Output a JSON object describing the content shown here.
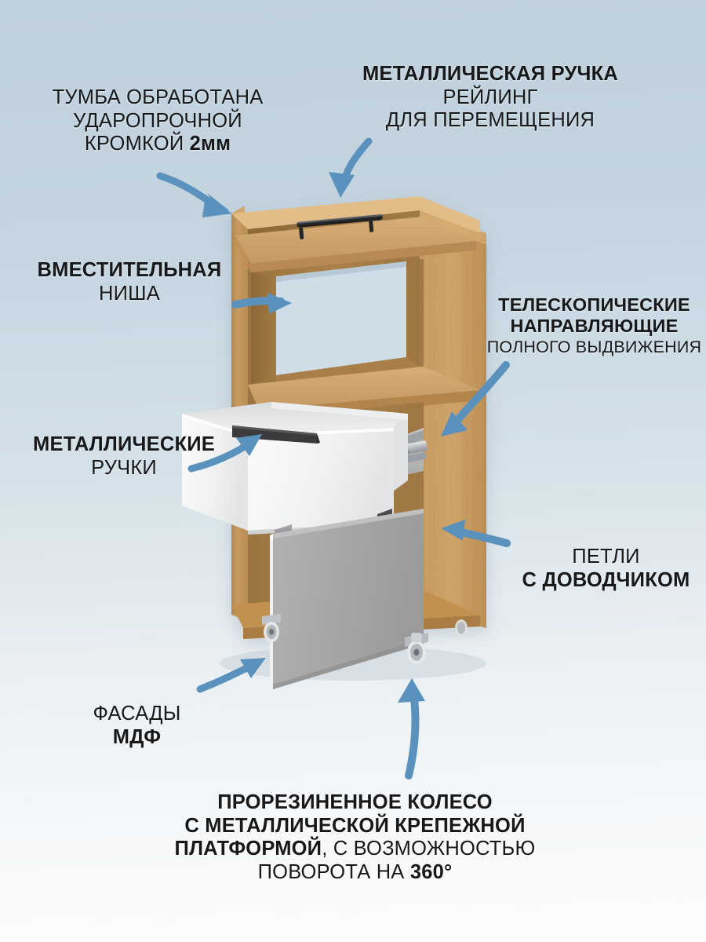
{
  "meta": {
    "title": "Инфографика тумбы на колёсах",
    "background_top_color": "#bfd1dd",
    "background_bottom_color": "#fbfcfd",
    "arrow_color": "#5a92bd",
    "text_color": "#17181a",
    "wood_color": "#c89a5e",
    "white_front_color": "#f2f3f4",
    "gray_front_color": "#a7a7a7",
    "handle_color": "#2b2b2d"
  },
  "callouts": [
    {
      "id": "edge",
      "name": "callout-edge",
      "lines": [
        {
          "text": "ТУМБА ОБРАБОТАНА",
          "bold": false
        },
        {
          "text": "УДАРОПРОЧНОЙ",
          "bold": false
        },
        {
          "text": "КРОМКОЙ ",
          "bold": false,
          "suffix": "2мм",
          "suffix_bold": true
        }
      ]
    },
    {
      "id": "rail",
      "name": "callout-rail-handle",
      "lines": [
        {
          "text": "МЕТАЛЛИЧЕСКАЯ РУЧКА",
          "bold": true
        },
        {
          "text": "РЕЙЛИНГ",
          "bold": false
        },
        {
          "text": "ДЛЯ ПЕРЕМЕЩЕНИЯ",
          "bold": false
        }
      ]
    },
    {
      "id": "niche",
      "name": "callout-niche",
      "lines": [
        {
          "text": "ВМЕСТИТЕЛЬНАЯ",
          "bold": true
        },
        {
          "text": "НИША",
          "bold": false
        }
      ]
    },
    {
      "id": "slides",
      "name": "callout-telescopic-slides",
      "lines": [
        {
          "text": "ТЕЛЕСКОПИЧЕСКИЕ",
          "bold": true
        },
        {
          "text": "НАПРАВЛЯЮЩИЕ",
          "bold": true
        },
        {
          "text": "полного выдвижения",
          "bold": false,
          "small": true
        }
      ]
    },
    {
      "id": "handles",
      "name": "callout-metal-handles",
      "lines": [
        {
          "text": "МЕТАЛЛИЧЕСКИЕ",
          "bold": true
        },
        {
          "text": "РУЧКИ",
          "bold": false
        }
      ]
    },
    {
      "id": "hinges",
      "name": "callout-soft-close-hinges",
      "lines": [
        {
          "text": "ПЕТЛИ",
          "bold": false
        },
        {
          "text": "С ДОВОДЧИКОМ",
          "bold": true
        }
      ]
    },
    {
      "id": "mdf",
      "name": "callout-mdf-fronts",
      "lines": [
        {
          "text": "ФАСАДЫ",
          "bold": false
        },
        {
          "text": "МДФ",
          "bold": true
        }
      ]
    },
    {
      "id": "wheel",
      "name": "callout-rubberized-wheel",
      "lines": [
        {
          "text": "ПРОРЕЗИНЕННОЕ КОЛЕСО",
          "bold": true
        },
        {
          "text": "С МЕТАЛЛИЧЕСКОЙ КРЕПЕЖНОЙ",
          "bold": true
        },
        {
          "text": "ПЛАТФОРМОЙ",
          "bold": true,
          "suffix": ", С ВОЗМОЖНОСТЬЮ",
          "suffix_bold": false
        },
        {
          "text": "ПОВОРОТА НА ",
          "bold": false,
          "suffix": "360°",
          "suffix_bold": true
        }
      ]
    }
  ],
  "text": {
    "edge_l1": "ТУМБА ОБРАБОТАНА",
    "edge_l2": "УДАРОПРОЧНОЙ",
    "edge_l3a": "КРОМКОЙ ",
    "edge_l3b": "2мм",
    "rail_l1": "МЕТАЛЛИЧЕСКАЯ РУЧКА",
    "rail_l2": "РЕЙЛИНГ",
    "rail_l3": "ДЛЯ ПЕРЕМЕЩЕНИЯ",
    "niche_l1": "ВМЕСТИТЕЛЬНАЯ",
    "niche_l2": "НИША",
    "slides_l1": "ТЕЛЕСКОПИЧЕСКИЕ",
    "slides_l2": "НАПРАВЛЯЮЩИЕ",
    "slides_l3": "полного выдвижения",
    "handles_l1": "МЕТАЛЛИЧЕСКИЕ",
    "handles_l2": "РУЧКИ",
    "hinges_l1": "ПЕТЛИ",
    "hinges_l2": "С ДОВОДЧИКОМ",
    "mdf_l1": "ФАСАДЫ",
    "mdf_l2": "МДФ",
    "wheel_l1": "ПРОРЕЗИНЕННОЕ КОЛЕСО",
    "wheel_l2": "С МЕТАЛЛИЧЕСКОЙ КРЕПЕЖНОЙ",
    "wheel_l3a": "ПЛАТФОРМОЙ",
    "wheel_l3b": ", С ВОЗМОЖНОСТЬЮ",
    "wheel_l4a": "ПОВОРОТА НА ",
    "wheel_l4b": "360°"
  },
  "product": {
    "name": "mobile-cabinet",
    "parts": [
      {
        "name": "top-rail-handle",
        "color": "#2b2b2d"
      },
      {
        "name": "open-niche",
        "color": "#c89a5e"
      },
      {
        "name": "white-drawer",
        "color": "#f2f3f4"
      },
      {
        "name": "telescopic-slide",
        "color": "#b9bcc0"
      },
      {
        "name": "gray-door",
        "color": "#a7a7a7"
      },
      {
        "name": "caster-wheel",
        "color": "#d8dadd"
      }
    ]
  }
}
